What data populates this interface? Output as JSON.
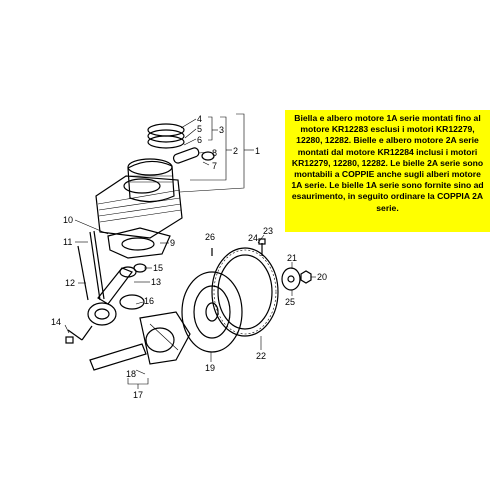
{
  "note": {
    "text": "Biella e albero motore 1A serie montati fino al motore KR12283 esclusi i motori KR12279, 12280, 12282. Bielle e albero motore 2A serie montati dal motore KR12284 inclusi i motori KR12279, 12280, 12282. Le bielle 2A serie sono montabili a COPPIE anche sugli alberi motore 1A serie. Le bielle 1A serie sono fornite sino ad esaurimento, in seguito ordinare la COPPIA 2A serie.",
    "background": "#ffff00"
  },
  "callouts": {
    "c1": "1",
    "c2": "2",
    "c3": "3",
    "c4": "4",
    "c5": "5",
    "c6": "6",
    "c7": "7",
    "c8": "8",
    "c9": "9",
    "c10": "10",
    "c11": "11",
    "c12": "12",
    "c13": "13",
    "c14": "14",
    "c15": "15",
    "c16": "16",
    "c17": "17",
    "c18": "18",
    "c19": "19",
    "c20": "20",
    "c21": "21",
    "c22": "22",
    "c23": "23",
    "c24": "24",
    "c25": "25",
    "c26": "26"
  }
}
